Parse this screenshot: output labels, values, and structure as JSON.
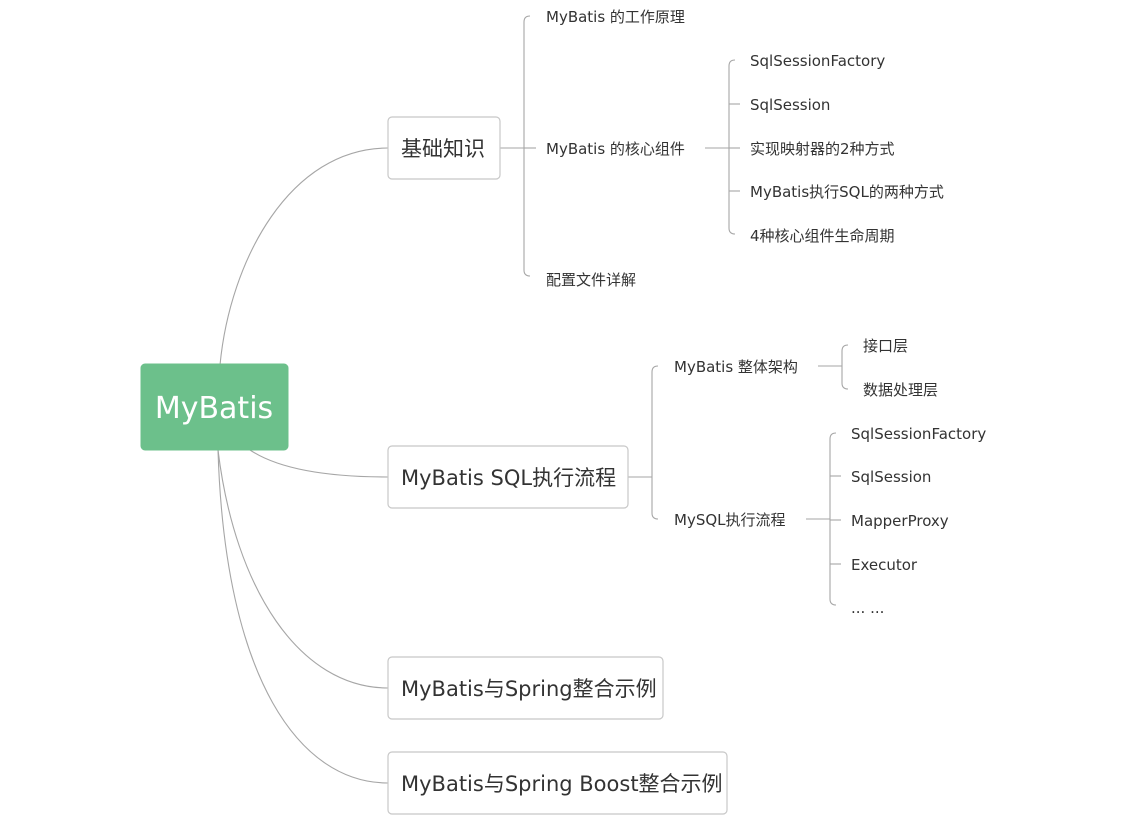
{
  "root": {
    "label": "MyBatis",
    "color": "#6cc08b"
  },
  "colors": {
    "connector": "#a6a6a6",
    "box_border": "#c8c8c8",
    "text": "#333333"
  },
  "topics": [
    {
      "label": "基础知识",
      "children": [
        {
          "label": "MyBatis 的工作原理"
        },
        {
          "label": "MyBatis 的核心组件",
          "children": [
            "SqlSessionFactory",
            "SqlSession",
            "实现映射器的2种方式",
            "MyBatis执行SQL的两种方式",
            "4种核心组件生命周期"
          ]
        },
        {
          "label": "配置文件详解"
        }
      ]
    },
    {
      "label": "MyBatis SQL执行流程",
      "children": [
        {
          "label": "MyBatis 整体架构",
          "children": [
            "接口层",
            "数据处理层"
          ]
        },
        {
          "label": "MySQL执行流程",
          "children": [
            "SqlSessionFactory",
            "SqlSession",
            "MapperProxy",
            "Executor",
            "... ..."
          ]
        }
      ]
    },
    {
      "label": "MyBatis与Spring整合示例"
    },
    {
      "label": "MyBatis与Spring Boost整合示例"
    }
  ]
}
